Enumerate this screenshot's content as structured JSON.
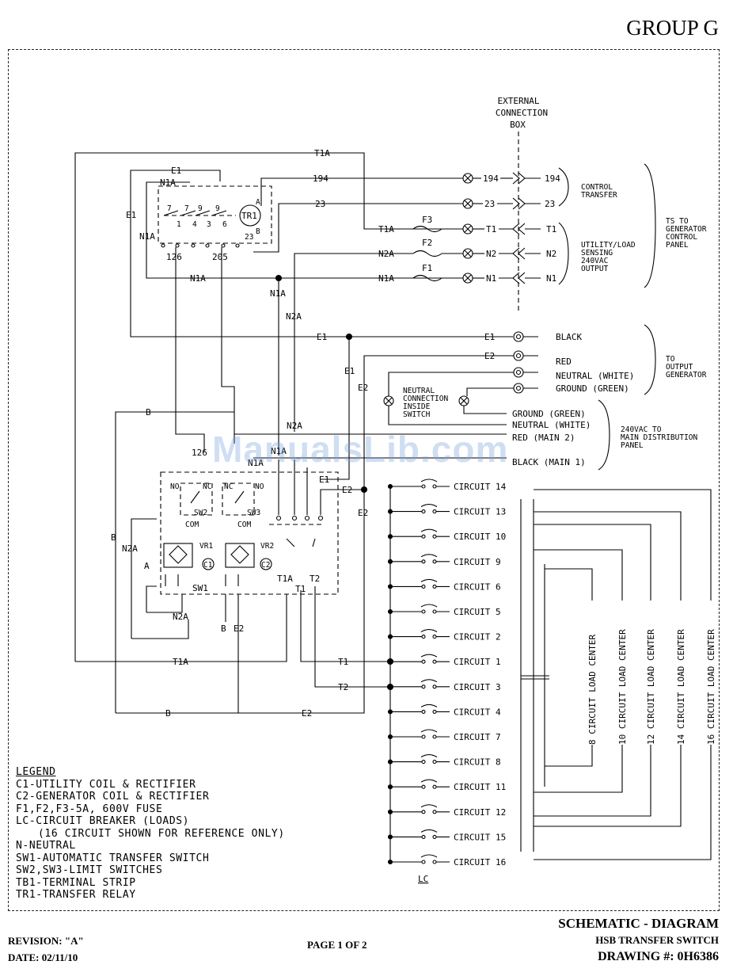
{
  "header": {
    "group": "GROUP G"
  },
  "watermark": "ManualsLib.com",
  "box_labels": {
    "external_line1": "EXTERNAL",
    "external_line2": "CONNECTION",
    "external_line3": "BOX"
  },
  "wire_labels": {
    "t1a": "T1A",
    "e1": "E1",
    "n1a": "N1A",
    "w194": "194",
    "w23": "23",
    "t1": "T1",
    "n2": "N2",
    "n1": "N1",
    "n2a": "N2A",
    "e2": "E2",
    "b": "B",
    "a": "A",
    "t2": "T2",
    "w126": "126",
    "w205": "205",
    "w7": "7",
    "w9": "9",
    "w1": "1",
    "w4": "4",
    "w3": "3",
    "w6": "6",
    "f1": "F1",
    "f2": "F2",
    "f3": "F3",
    "tr1": "TR1",
    "sw1": "SW1",
    "sw2": "SW2",
    "sw3": "SW3",
    "com": "COM",
    "no": "NO",
    "nc": "NC",
    "vr1": "VR1",
    "vr2": "VR2",
    "c1": "C1",
    "c2": "C2",
    "lc": "LC"
  },
  "groups": {
    "control_transfer": [
      "CONTROL",
      "TRANSFER"
    ],
    "utility_sensing": [
      "UTILITY/LOAD",
      "SENSING",
      "240VAC",
      "OUTPUT"
    ],
    "ts_panel": [
      "TS TO",
      "GENERATOR",
      "CONTROL",
      "PANEL"
    ],
    "to_output": [
      "TO",
      "OUTPUT",
      "GENERATOR"
    ],
    "main_panel": [
      "240VAC TO",
      "MAIN DISTRIBUTION",
      "PANEL"
    ],
    "neutral_conn": [
      "NEUTRAL",
      "CONNECTION",
      "INSIDE",
      "SWITCH"
    ]
  },
  "generator_terminals": [
    "BLACK",
    "RED",
    "NEUTRAL (WHITE)",
    "GROUND (GREEN)"
  ],
  "panel_terminals": [
    "GROUND (GREEN)",
    "NEUTRAL (WHITE)",
    "RED (MAIN 2)",
    "BLACK (MAIN 1)"
  ],
  "circuits": [
    "CIRCUIT 14",
    "CIRCUIT 13",
    "CIRCUIT 10",
    "CIRCUIT 9",
    "CIRCUIT 6",
    "CIRCUIT 5",
    "CIRCUIT 2",
    "CIRCUIT 1",
    "CIRCUIT 3",
    "CIRCUIT 4",
    "CIRCUIT 7",
    "CIRCUIT 8",
    "CIRCUIT 11",
    "CIRCUIT 12",
    "CIRCUIT 15",
    "CIRCUIT 16"
  ],
  "load_centers": [
    "8 CIRCUIT LOAD CENTER",
    "10 CIRCUIT LOAD CENTER",
    "12 CIRCUIT LOAD CENTER",
    "14 CIRCUIT LOAD CENTER",
    "16 CIRCUIT LOAD CENTER"
  ],
  "legend": {
    "title": "LEGEND",
    "items": [
      "C1-UTILITY COIL & RECTIFIER",
      "C2-GENERATOR COIL & RECTIFIER",
      "F1,F2,F3-5A, 600V FUSE",
      "LC-CIRCUIT BREAKER (LOADS)",
      "(16 CIRCUIT SHOWN FOR REFERENCE ONLY)",
      "N-NEUTRAL",
      "SW1-AUTOMATIC TRANSFER SWITCH",
      "SW2,SW3-LIMIT SWITCHES",
      "TB1-TERMINAL STRIP",
      "TR1-TRANSFER RELAY"
    ]
  },
  "footer": {
    "revision": "REVISION:  \"A\"",
    "date": "DATE: 02/11/10",
    "page": "PAGE  1 OF 2",
    "title": "SCHEMATIC - DIAGRAM",
    "subtitle": "HSB TRANSFER SWITCH",
    "drawing": "DRAWING #: 0H6386"
  }
}
